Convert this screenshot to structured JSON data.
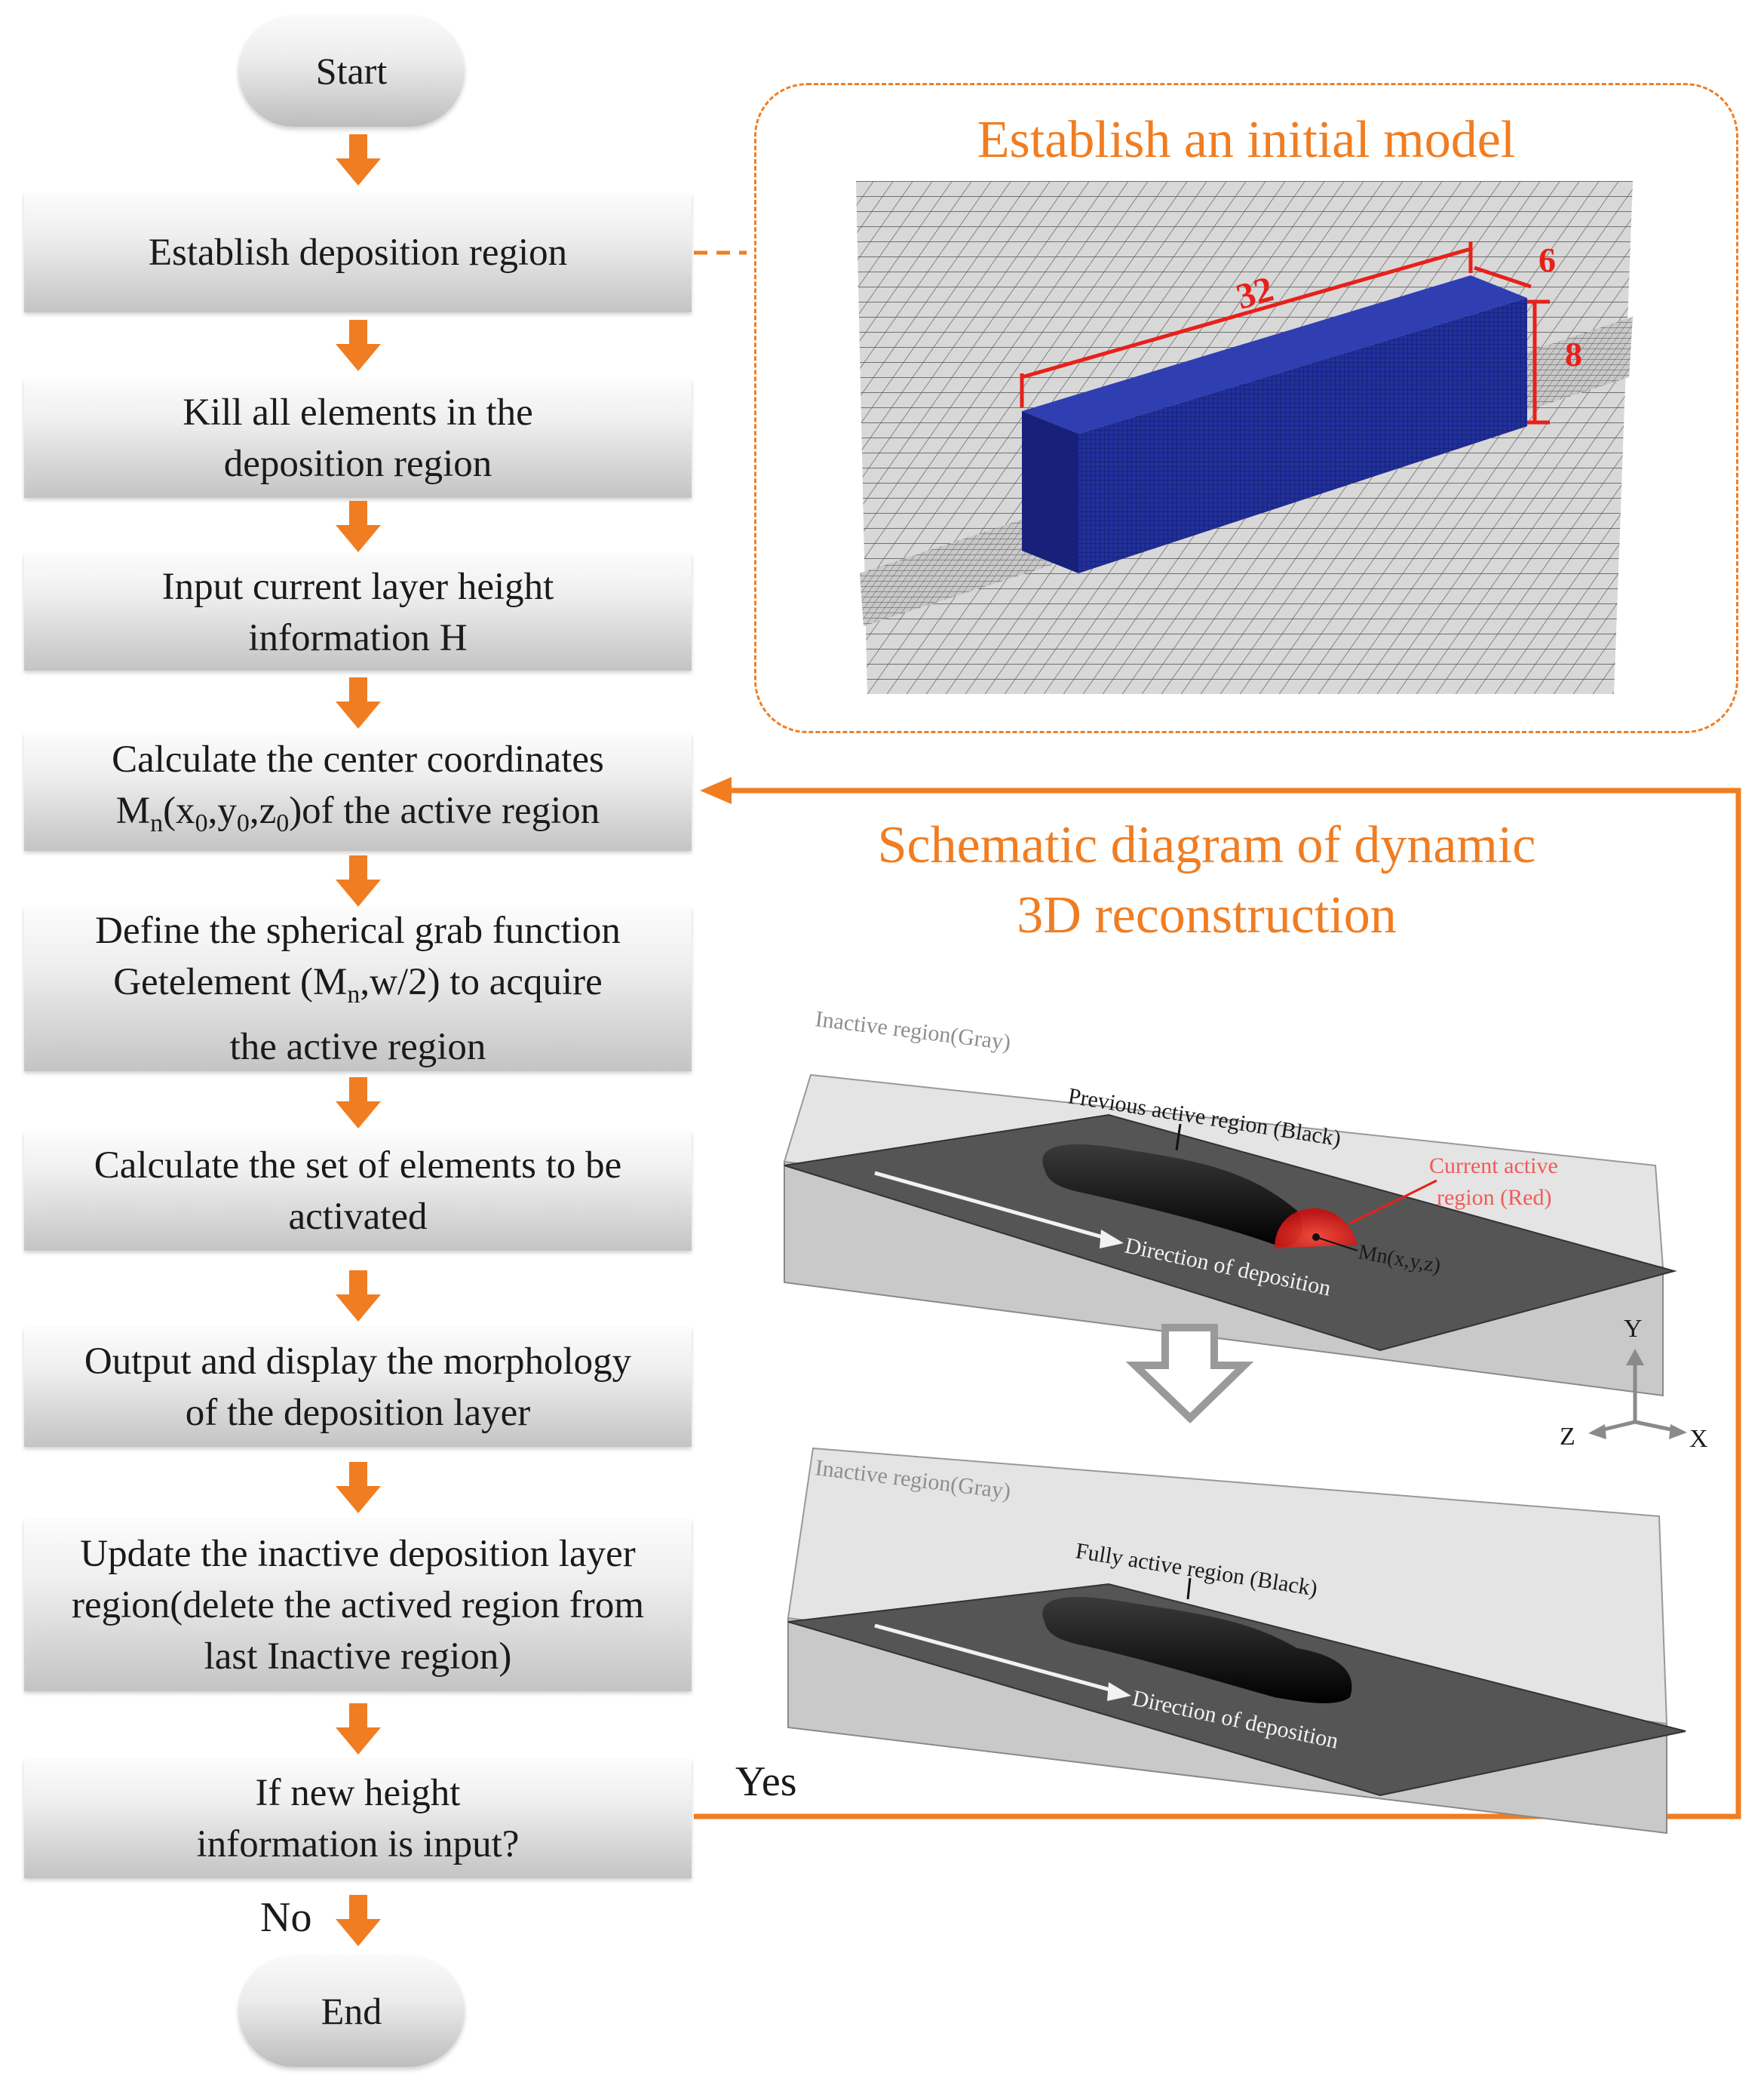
{
  "flowchart": {
    "start": "Start",
    "end": "End",
    "steps": [
      {
        "id": "s1",
        "text": "Establish deposition region"
      },
      {
        "id": "s2",
        "text": "Kill all elements in the\ndeposition region"
      },
      {
        "id": "s3",
        "text": "Input current layer height\ninformation H"
      },
      {
        "id": "s4",
        "line1": "Calculate the center coordinates",
        "line2_pre": "M",
        "line2_sub_n": "n",
        "line2_mid1": "(x",
        "sub0a": "0",
        "line2_mid2": ",y",
        "sub0b": "0",
        "line2_mid3": ",z",
        "sub0c": "0",
        "line2_post": ")of the active region"
      },
      {
        "id": "s5",
        "line1": "Define the spherical grab function",
        "line2_pre": "Getelement (M",
        "line2_sub_n": "n",
        "line2_post": ",w/2) to acquire",
        "line3": "the active region"
      },
      {
        "id": "s6",
        "text": "Calculate the set of elements to be\nactivated"
      },
      {
        "id": "s7",
        "text": "Output and display the morphology\nof the deposition layer"
      },
      {
        "id": "s8",
        "text": "Update the inactive deposition layer\nregion(delete the actived region from\nlast Inactive region)"
      },
      {
        "id": "s9",
        "text": "If new height\ninformation is input?"
      }
    ],
    "yes_label": "Yes",
    "no_label": "No"
  },
  "initial_model": {
    "title": "Establish an initial model",
    "dims": {
      "length": "32",
      "width": "6",
      "height": "8"
    }
  },
  "reconstruction": {
    "title_line1": "Schematic diagram of dynamic",
    "title_line2": "3D reconstruction",
    "top_panel": {
      "inactive_label": "Inactive region(Gray)",
      "previous_label": "Previous active region (Black)",
      "current_label_line1": "Current active",
      "current_label_line2": "region (Red)",
      "point_label": "Mn(x,y,z)",
      "direction_label": "Direction of deposition"
    },
    "bottom_panel": {
      "inactive_label": "Inactive region(Gray)",
      "full_label": "Fully active region (Black)",
      "direction_label": "Direction of deposition"
    },
    "axes": {
      "y": "Y",
      "z": "Z",
      "x": "X"
    }
  },
  "colors": {
    "accent": "#f07d22",
    "dimension_red": "#e8201a",
    "block_blue": "#1f2a8c",
    "active_red": "#e8201a"
  }
}
